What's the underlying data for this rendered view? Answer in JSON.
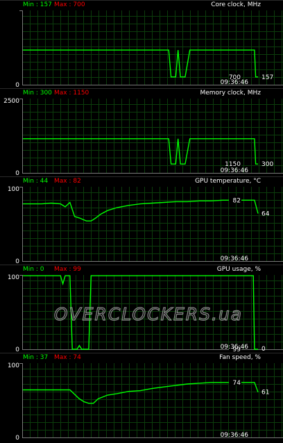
{
  "watermark": "OVERCLOCKERS.ua",
  "colors": {
    "background": "#000000",
    "grid": "#0c3d0c",
    "axis": "#7a7a7a",
    "graph": "#00ff00",
    "min_text": "#00ff00",
    "max_text": "#ff0000",
    "label_text": "#ffffff"
  },
  "panels": [
    {
      "min_label": "Min : 157",
      "max_label": "Max : 700",
      "title": "Core clock, MHz",
      "y_top_label": "",
      "y_bottom_label": "0",
      "current_label": "700",
      "last_label": "157",
      "time_label": "09:36:46",
      "chart_data": {
        "type": "line",
        "ylim": [
          0,
          1500
        ],
        "grid": true,
        "x": [
          0,
          0.1,
          0.2,
          0.3,
          0.4,
          0.5,
          0.6,
          0.62,
          0.63,
          0.64,
          0.65,
          0.66,
          0.67,
          0.68,
          0.69,
          0.71,
          0.72,
          0.73,
          0.74,
          0.75,
          0.8,
          0.9,
          0.95,
          0.985,
          0.99,
          1.0
        ],
        "y": [
          700,
          700,
          700,
          700,
          700,
          700,
          700,
          700,
          157,
          157,
          157,
          700,
          157,
          157,
          157,
          700,
          700,
          700,
          700,
          700,
          700,
          700,
          700,
          700,
          157,
          157
        ]
      }
    },
    {
      "min_label": "Min : 300",
      "max_label": "Max : 1150",
      "title": "Memory clock, MHz",
      "y_top_label": "2500",
      "y_bottom_label": "0",
      "current_label": "1150",
      "last_label": "300",
      "time_label": "09:36:46",
      "chart_data": {
        "type": "line",
        "ylim": [
          0,
          2500
        ],
        "grid": true,
        "x": [
          0,
          0.1,
          0.2,
          0.3,
          0.4,
          0.5,
          0.6,
          0.62,
          0.63,
          0.64,
          0.65,
          0.66,
          0.67,
          0.68,
          0.69,
          0.71,
          0.72,
          0.73,
          0.74,
          0.75,
          0.8,
          0.9,
          0.95,
          0.985,
          0.99,
          1.0
        ],
        "y": [
          1150,
          1150,
          1150,
          1150,
          1150,
          1150,
          1150,
          1150,
          300,
          300,
          300,
          1150,
          300,
          300,
          300,
          1150,
          1150,
          1150,
          1150,
          1150,
          1150,
          1150,
          1150,
          1150,
          300,
          300
        ]
      }
    },
    {
      "min_label": "Min : 44",
      "max_label": "Max : 82",
      "title": "GPU temperature, °C",
      "y_top_label": "100",
      "y_bottom_label": "0",
      "current_label": "82",
      "last_label": "64",
      "time_label": "09:36:46",
      "chart_data": {
        "type": "line",
        "ylim": [
          0,
          100
        ],
        "grid": true,
        "x": [
          0,
          0.08,
          0.12,
          0.16,
          0.18,
          0.2,
          0.22,
          0.24,
          0.27,
          0.29,
          0.3,
          0.31,
          0.33,
          0.36,
          0.4,
          0.45,
          0.5,
          0.55,
          0.6,
          0.65,
          0.7,
          0.75,
          0.8,
          0.85,
          0.9,
          0.95,
          0.985,
          1.0
        ],
        "y": [
          77,
          77,
          78,
          77,
          73,
          79,
          60,
          58,
          54,
          54,
          56,
          58,
          63,
          68,
          72,
          75,
          77,
          78,
          79,
          80,
          80,
          81,
          81,
          82,
          82,
          82,
          82,
          64
        ]
      }
    },
    {
      "min_label": "Min : 0",
      "max_label": "Max : 99",
      "title": "GPU usage, %",
      "y_top_label": "100",
      "y_bottom_label": "0",
      "current_label": "99",
      "last_label": "0",
      "time_label": "09:36:46",
      "chart_data": {
        "type": "line",
        "ylim": [
          0,
          100
        ],
        "grid": true,
        "x": [
          0,
          0.1,
          0.16,
          0.17,
          0.18,
          0.19,
          0.2,
          0.21,
          0.22,
          0.23,
          0.24,
          0.25,
          0.26,
          0.27,
          0.28,
          0.29,
          0.3,
          0.4,
          0.5,
          0.6,
          0.7,
          0.8,
          0.9,
          0.98,
          0.985,
          1.0
        ],
        "y": [
          99,
          99,
          99,
          88,
          99,
          99,
          99,
          0,
          0,
          0,
          5,
          0,
          0,
          0,
          0,
          99,
          99,
          99,
          99,
          99,
          99,
          99,
          99,
          99,
          0,
          0
        ]
      }
    },
    {
      "min_label": "Min : 37",
      "max_label": "Max : 74",
      "title": "Fan speed, %",
      "y_top_label": "100",
      "y_bottom_label": "0",
      "current_label": "74",
      "last_label": "61",
      "time_label": "09:36:46",
      "chart_data": {
        "type": "line",
        "ylim": [
          0,
          100
        ],
        "grid": true,
        "x": [
          0,
          0.12,
          0.2,
          0.24,
          0.26,
          0.28,
          0.3,
          0.32,
          0.36,
          0.4,
          0.45,
          0.5,
          0.55,
          0.6,
          0.65,
          0.7,
          0.75,
          0.8,
          0.85,
          0.9,
          0.95,
          0.985,
          1.0
        ],
        "y": [
          64,
          64,
          64,
          52,
          48,
          46,
          46,
          52,
          57,
          59,
          62,
          63,
          66,
          68,
          70,
          72,
          73,
          74,
          74,
          74,
          74,
          74,
          61
        ]
      }
    }
  ]
}
